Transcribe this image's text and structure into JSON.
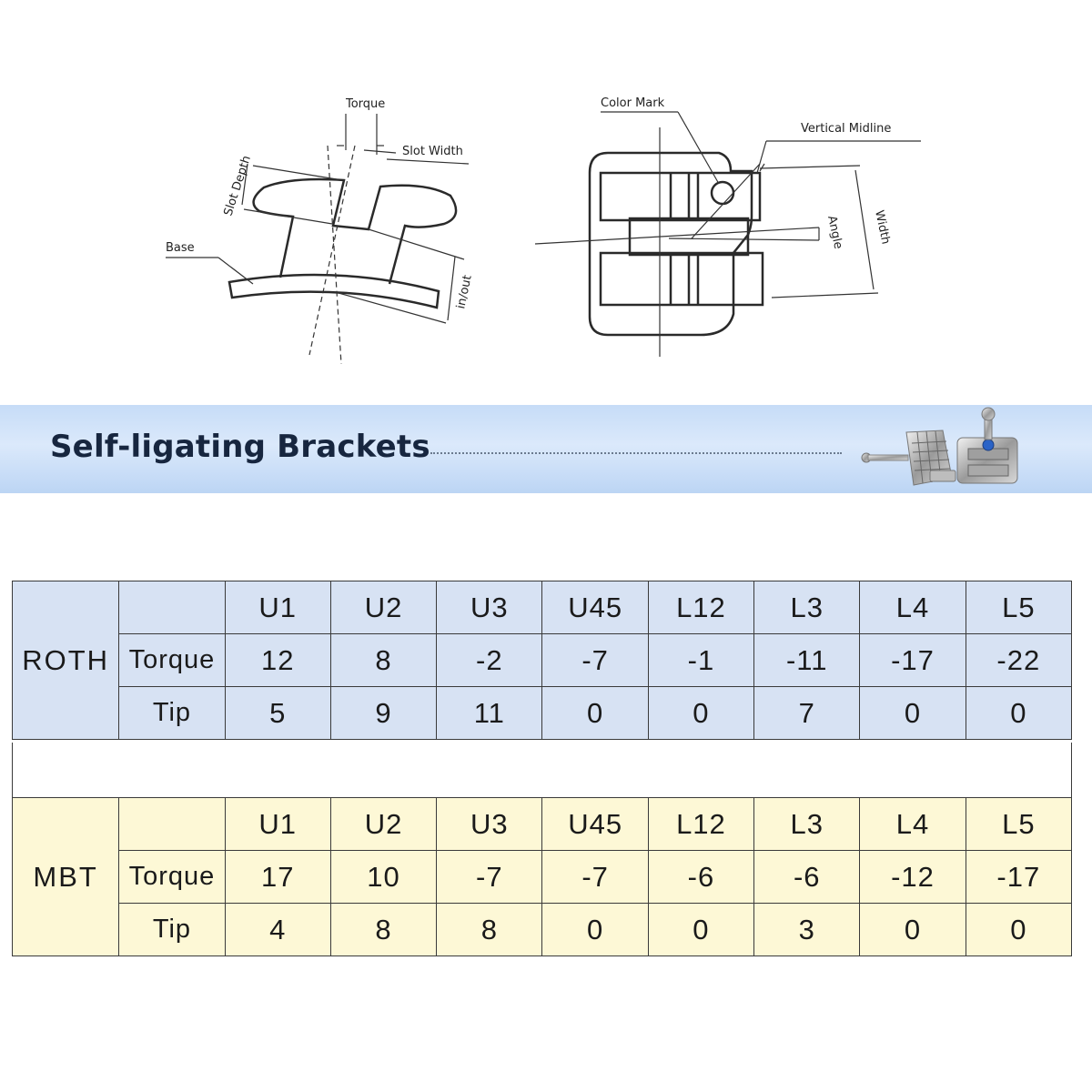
{
  "diagram": {
    "side_view_labels": {
      "torque": "Torque",
      "slot_width": "Slot Width",
      "slot_depth": "Slot Depth",
      "base": "Base",
      "in_out": "in/out"
    },
    "front_view_labels": {
      "color_mark": "Color Mark",
      "vertical_midline": "Vertical Midline",
      "angle": "Angle",
      "width": "Width"
    }
  },
  "banner": {
    "title": "Self-ligating Brackets"
  },
  "tables": {
    "roth": {
      "name": "ROTH",
      "columns": [
        "U1",
        "U2",
        "U3",
        "U45",
        "L12",
        "L3",
        "L4",
        "L5"
      ],
      "torque_label": "Torque",
      "torque": [
        "12",
        "8",
        "-2",
        "-7",
        "-1",
        "-11",
        "-17",
        "-22"
      ],
      "tip_label": "Tip",
      "tip": [
        "5",
        "9",
        "11",
        "0",
        "0",
        "7",
        "0",
        "0"
      ]
    },
    "mbt": {
      "name": "MBT",
      "columns": [
        "U1",
        "U2",
        "U3",
        "U45",
        "L12",
        "L3",
        "L4",
        "L5"
      ],
      "torque_label": "Torque",
      "torque": [
        "17",
        "10",
        "-7",
        "-7",
        "-6",
        "-6",
        "-12",
        "-17"
      ],
      "tip_label": "Tip",
      "tip": [
        "4",
        "8",
        "8",
        "0",
        "0",
        "3",
        "0",
        "0"
      ]
    }
  }
}
